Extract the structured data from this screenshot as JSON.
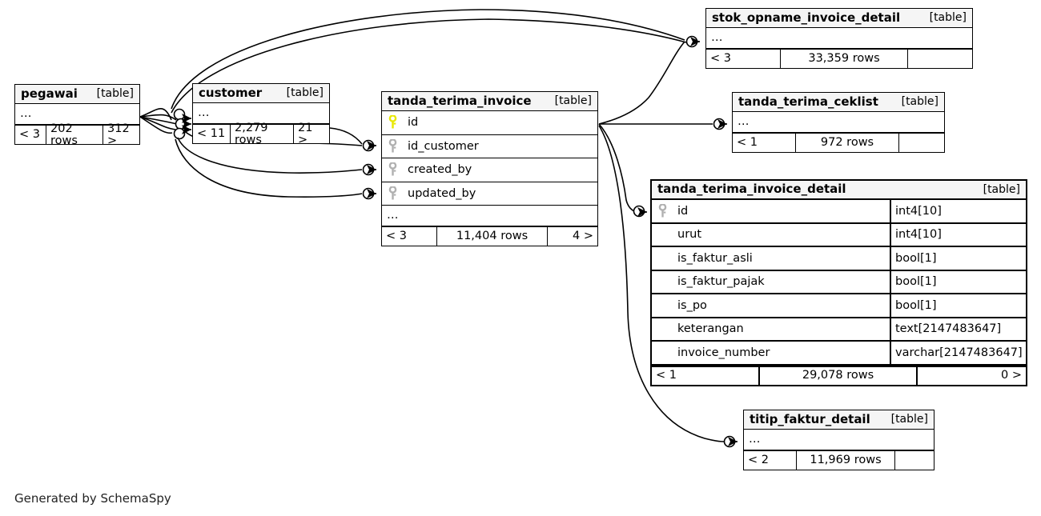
{
  "diagram": {
    "title": "SchemaSpy relationships diagram",
    "footer_text": "Generated by SchemaSpy",
    "table_tag": "[table]",
    "ellipsis": "…",
    "colors": {
      "primary_key": "#e8e800",
      "foreign_key": "#b0b0b0",
      "header_bg": "#f5f5f5",
      "border": "#000000",
      "background": "#ffffff"
    }
  },
  "tables": [
    {
      "id": "stok_opname_invoice_detail",
      "name": "stok_opname_invoice_detail",
      "tag": "[table]",
      "collapsed": true,
      "ellipsis": "…",
      "footer": {
        "left": "< 3",
        "middle": "33,359 rows",
        "right": ""
      }
    },
    {
      "id": "pegawai",
      "name": "pegawai",
      "tag": "[table]",
      "collapsed": true,
      "ellipsis": "…",
      "footer": {
        "left": "< 3",
        "middle": "202 rows",
        "right": "312 >"
      }
    },
    {
      "id": "customer",
      "name": "customer",
      "tag": "[table]",
      "collapsed": true,
      "ellipsis": "…",
      "footer": {
        "left": "< 11",
        "middle": "2,279 rows",
        "right": "21 >"
      }
    },
    {
      "id": "tanda_terima_ceklist",
      "name": "tanda_terima_ceklist",
      "tag": "[table]",
      "collapsed": true,
      "ellipsis": "…",
      "footer": {
        "left": "< 1",
        "middle": "972 rows",
        "right": ""
      }
    },
    {
      "id": "tanda_terima_invoice",
      "name": "tanda_terima_invoice",
      "tag": "[table]",
      "collapsed": false,
      "ellipsis": "…",
      "columns": [
        {
          "name": "id",
          "key": "primary",
          "type": ""
        },
        {
          "name": "id_customer",
          "key": "foreign",
          "type": ""
        },
        {
          "name": "created_by",
          "key": "foreign",
          "type": ""
        },
        {
          "name": "updated_by",
          "key": "foreign",
          "type": ""
        }
      ],
      "footer": {
        "left": "< 3",
        "middle": "11,404 rows",
        "right": "4 >"
      }
    },
    {
      "id": "tanda_terima_invoice_detail",
      "name": "tanda_terima_invoice_detail",
      "tag": "[table]",
      "collapsed": false,
      "highlighted": true,
      "columns": [
        {
          "name": "id",
          "key": "foreign",
          "type": "int4[10]"
        },
        {
          "name": "urut",
          "key": "none",
          "type": "int4[10]"
        },
        {
          "name": "is_faktur_asli",
          "key": "none",
          "type": "bool[1]"
        },
        {
          "name": "is_faktur_pajak",
          "key": "none",
          "type": "bool[1]"
        },
        {
          "name": "is_po",
          "key": "none",
          "type": "bool[1]"
        },
        {
          "name": "keterangan",
          "key": "none",
          "type": "text[2147483647]"
        },
        {
          "name": "invoice_number",
          "key": "none",
          "type": "varchar[2147483647]"
        }
      ],
      "footer": {
        "left": "< 1",
        "middle": "29,078 rows",
        "right": "0 >"
      }
    },
    {
      "id": "titip_faktur_detail",
      "name": "titip_faktur_detail",
      "tag": "[table]",
      "collapsed": true,
      "ellipsis": "…",
      "footer": {
        "left": "< 2",
        "middle": "11,969 rows",
        "right": ""
      }
    }
  ],
  "relationships": [
    {
      "from": "customer",
      "to": "stok_opname_invoice_detail"
    },
    {
      "from": "pegawai",
      "to": "stok_opname_invoice_detail"
    },
    {
      "from": "customer",
      "to": "tanda_terima_invoice.id_customer"
    },
    {
      "from": "pegawai",
      "to": "tanda_terima_invoice.created_by"
    },
    {
      "from": "pegawai",
      "to": "tanda_terima_invoice.updated_by"
    },
    {
      "from": "tanda_terima_invoice.id",
      "to": "tanda_terima_ceklist"
    },
    {
      "from": "tanda_terima_invoice.id",
      "to": "tanda_terima_invoice_detail.id"
    },
    {
      "from": "tanda_terima_invoice.id",
      "to": "titip_faktur_detail"
    }
  ]
}
